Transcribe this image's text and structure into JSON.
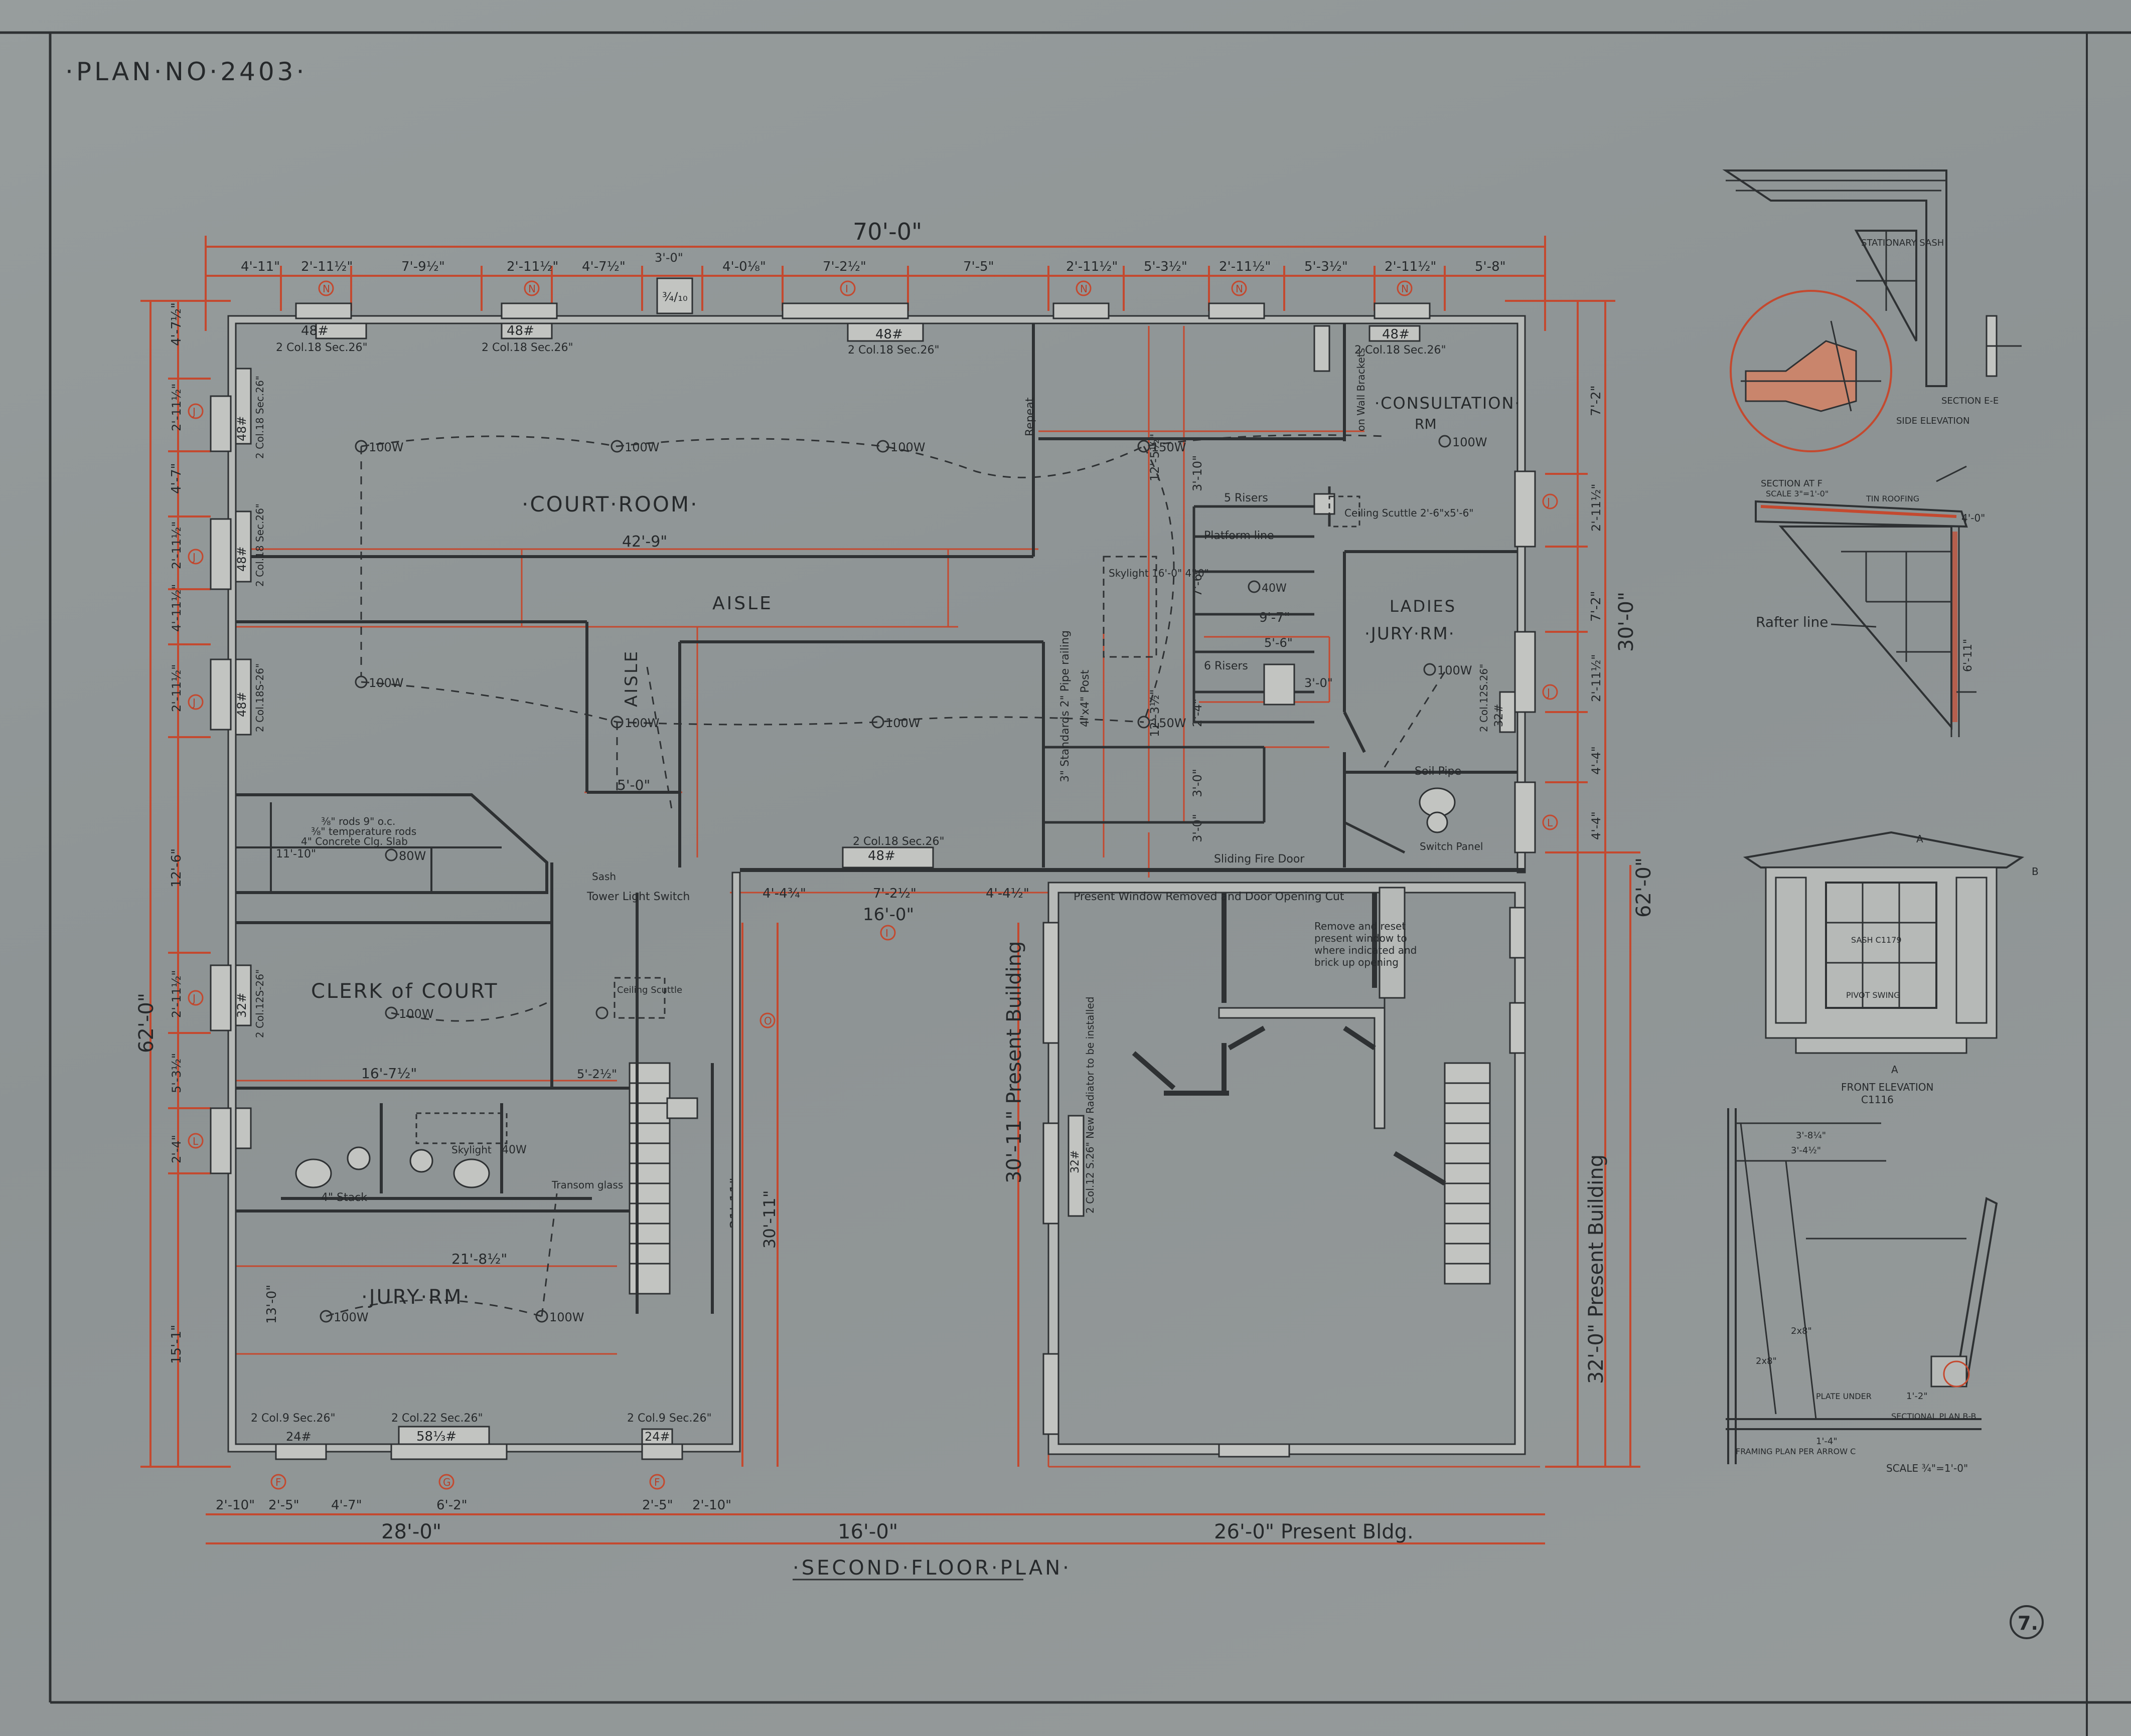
{
  "sheet": {
    "plan_no": "·PLAN·NO·2403·",
    "title": "·SECOND·FLOOR·PLAN·",
    "sheet_number": "7."
  },
  "rooms": {
    "court_room": "·COURT·ROOM·",
    "aisle_h": "AISLE",
    "aisle_v": "AISLE",
    "consultation": "·CONSULTATION·",
    "consultation_rm": "RM",
    "ladies": "LADIES",
    "jury_rm_ladies": "·JURY·RM·",
    "clerk_of_court": "CLERK of COURT",
    "jury_rm": "·JURY·RM·"
  },
  "overall_dims": {
    "width_top": "70'-0\"",
    "depth_left": "62'-0\"",
    "depth_right": "62'-0\"",
    "present_bldg_depth": "30'-0\"",
    "present_bldg_side": "32'-0\" Present Building",
    "bottom_left": "28'-0\"",
    "bottom_mid": "16'-0\"",
    "bottom_right": "26'-0\" Present Bldg.",
    "new_wing_width": "16'-0\"",
    "present_building_label": "30'-11\" Present Building",
    "corridor_depth": "30'-11\"",
    "corridor_inner": "21'-11\""
  },
  "top_dims": [
    "4'-11\"",
    "2'-11½\"",
    "7'-9½\"",
    "2'-11½\"",
    "4'-7½\"",
    "3'-0\"",
    "4'-0⅛\"",
    "7'-2½\"",
    "7'-5\"",
    "2'-11½\"",
    "5'-3½\"",
    "2'-11½\"",
    "5'-3½\"",
    "2'-11½\"",
    "5'-8\""
  ],
  "left_dims": [
    "4'-7½\"",
    "2'-11½\"",
    "4'-7\"",
    "2'-11½\"",
    "4'-11½\"",
    "2'-11½\"",
    "12'-6\"",
    "2'-11½\"",
    "5'-3½\"",
    "2'-4\"",
    "15'-1\""
  ],
  "right_dims": [
    "7'-2\"",
    "2'-11½\"",
    "7'-2\"",
    "2'-11½\"",
    "4'-4\"",
    "4'-4\""
  ],
  "bottom_dims": [
    "2'-10\"",
    "2'-5\"",
    "4'-7\"",
    "6'-2\"",
    "2'-5\"",
    "2'-10\""
  ],
  "interior_dims": {
    "court_width": "42'-9\"",
    "court_sub": "5'-0\"",
    "clerk_width": "16'-7½\"",
    "clerk_sub": "5'-2½\"",
    "jury_width": "21'-8½\"",
    "jury_depth": "13'-0\"",
    "opening_a": "7'-2½\"",
    "opening_b": "4'-4½\"",
    "opening_c": "4'-4¾\"",
    "opening_d": "16'-0\"",
    "riser_width": "9'-7\"",
    "riser_a": "5'-6\"",
    "riser_b": "3'-0\"",
    "stair_a": "3'-0\"",
    "stair_b": "3'-0\"",
    "stair_c": "2'-4\"",
    "vert_a": "7'-6\"",
    "vert_b": "12'-3½\"",
    "vert_c": "12'-5½\"",
    "vert_d": "3'-10\""
  },
  "radiators": {
    "top_1": "48#",
    "top_1_spec": "2 Col.18 Sec.26\"",
    "top_2": "48#",
    "top_2_spec": "2 Col.18 Sec.26\"",
    "top_3": "48#",
    "top_3_spec": "2 Col.18 Sec.26\"",
    "top_4": "48#",
    "top_4_spec": "2 Col.18 Sec.26\"",
    "left_1": "48#",
    "left_1_spec": "2 Col.18 Sec.26\"",
    "left_2": "48#",
    "left_2_spec": "2 Col.18 Sec.26\"",
    "left_3": "48#",
    "left_3_spec": "2 Col.18S-26\"",
    "left_4": "32#",
    "left_4_spec": "2 Col.12S-26\"",
    "mid": "48#",
    "mid_spec": "2 Col.18 Sec.26\"",
    "bottom_1": "24#",
    "bottom_1_spec": "2 Col.9 Sec.26\"",
    "bottom_2": "58⅓#",
    "bottom_2_spec": "2 Col.22 Sec.26\"",
    "bottom_3": "24#",
    "bottom_3_spec": "2 Col.9 Sec.26\"",
    "present_bldg": "32#",
    "present_bldg_spec": "2 Col.12 S.26\" New Radiator to be installed",
    "hall": "32#",
    "hall_spec": "2 Col.12S.26\""
  },
  "lights": {
    "l1": "100W",
    "l2": "100W",
    "l3": "100W",
    "l4": "100W",
    "l5": "100W",
    "l6": "100W",
    "l7": "150W",
    "l8": "150W",
    "l9": "100W",
    "l10": "100W",
    "l11": "100W",
    "l12": "100W",
    "l13": "100W",
    "l14": "80W",
    "l15": "40W",
    "l16": "40W"
  },
  "notes": {
    "platform": "Platform line",
    "five_risers": "5 Risers",
    "six_risers": "6 Risers",
    "ceiling_scuttle": "Ceiling Scuttle 2'-6\"x5'-6\"",
    "skylight": "Skylight 16'-0\" 4'-0\"",
    "standards": "3\" Standards 2\" Pipe railing",
    "post": "4\"x4\" Post",
    "repeat": "Repeat",
    "soil_pipe": "Soil Pipe",
    "sliding_door": "Sliding Fire Door",
    "switch_panel": "Switch Panel",
    "window_removed": "Present Window Removed and Door Opening Cut",
    "remove_reset": "Remove and reset present window to where indicated and brick up opening",
    "tower_switch": "Tower Light Switch",
    "sash": "Sash",
    "slab_1": "⅜\" rods 9\" o.c.",
    "slab_2": "⅜\" temperature rods",
    "slab_3": "4\" Concrete Clg. Slab",
    "slab_span": "11'-10\"",
    "ceiling_scuttle_2": "Ceiling Scuttle",
    "transom": "Transom glass",
    "stack": "4\" Stack",
    "skylight_2": "Skylight",
    "on_wall_brackets": "on Wall Brackets"
  },
  "details": {
    "section_ee": "SECTION E-E",
    "side_elevation": "SIDE ELEVATION",
    "section_at": "SECTION AT F",
    "section_scale": "SCALE 3\"=1'-0\"",
    "tin_roofing": "TIN ROOFING",
    "rafter_line": "Rafter line",
    "stationary_sash": "STATIONARY SASH",
    "front_elevation": "FRONT ELEVATION",
    "front_code": "C1116",
    "pivot_swing": "PIVOT SWING",
    "sash_code": "SASH C1179",
    "sectional_plan": "SECTIONAL PLAN B-B",
    "framing_plan": "FRAMING PLAN PER ARROW C",
    "plate_under": "PLATE UNDER",
    "scale": "SCALE ¾\"=1'-0\"",
    "dim_a": "3'-8¼\"",
    "dim_b": "3'-4½\"",
    "dim_c": "2x8\"",
    "dim_d": "2x8\"",
    "dim_e": "1'-4\"",
    "dim_f": "1'-2\"",
    "dim_g": "6'-11\"",
    "dim_h": "4'-0\""
  },
  "marks": {
    "n": "N",
    "i": "I",
    "j": "J",
    "l": "L",
    "f": "F",
    "g": "G",
    "o": "O"
  }
}
